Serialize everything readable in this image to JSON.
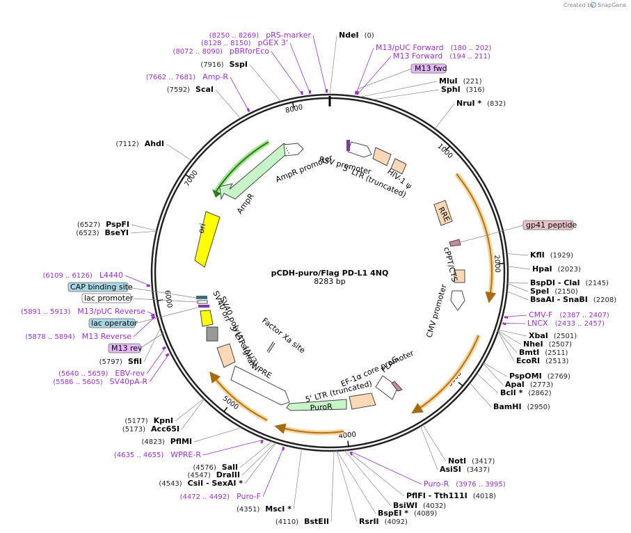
{
  "credit": {
    "text": "Created by",
    "brand": "SnapGene"
  },
  "plasmid": {
    "name": "pCDH-puro/Flag PD-L1 4NQ",
    "size": "8283 bp",
    "length": 8283
  },
  "ticks": [
    {
      "pos": 1000,
      "label": "1000"
    },
    {
      "pos": 2000,
      "label": "2000"
    },
    {
      "pos": 3000,
      "label": "3000"
    },
    {
      "pos": 4000,
      "label": "4000"
    },
    {
      "pos": 5000,
      "label": "5000"
    },
    {
      "pos": 6000,
      "label": "6000"
    },
    {
      "pos": 7000,
      "label": "7000"
    },
    {
      "pos": 8000,
      "label": "8000"
    }
  ],
  "sites": [
    {
      "name": "NdeI",
      "pos": "(0)",
      "bp": 0
    },
    {
      "name": "MluI",
      "pos": "(221)",
      "bp": 221
    },
    {
      "name": "SphI",
      "pos": "(316)",
      "bp": 316
    },
    {
      "name": "NruI *",
      "pos": "(832)",
      "bp": 832
    },
    {
      "name": "KflI",
      "pos": "(1929)",
      "bp": 1929
    },
    {
      "name": "HpaI",
      "pos": "(2023)",
      "bp": 2023
    },
    {
      "name": "BspDI - ClaI",
      "pos": "(2145)",
      "bp": 2145
    },
    {
      "name": "SpeI",
      "pos": "(2150)",
      "bp": 2150
    },
    {
      "name": "BsaAI - SnaBI",
      "pos": "(2208)",
      "bp": 2208
    },
    {
      "name": "XbaI",
      "pos": "(2501)",
      "bp": 2501
    },
    {
      "name": "NheI",
      "pos": "(2507)",
      "bp": 2507
    },
    {
      "name": "BmtI",
      "pos": "(2511)",
      "bp": 2511
    },
    {
      "name": "EcoRI",
      "pos": "(2513)",
      "bp": 2513
    },
    {
      "name": "PspOMI",
      "pos": "(2769)",
      "bp": 2769
    },
    {
      "name": "ApaI",
      "pos": "(2773)",
      "bp": 2773
    },
    {
      "name": "BclI *",
      "pos": "(2862)",
      "bp": 2862
    },
    {
      "name": "BamHI",
      "pos": "(2950)",
      "bp": 2950
    },
    {
      "name": "NotI",
      "pos": "(3417)",
      "bp": 3417
    },
    {
      "name": "AsiSI",
      "pos": "(3437)",
      "bp": 3437
    },
    {
      "name": "PflFI - Tth111I",
      "pos": "(4018)",
      "bp": 4018
    },
    {
      "name": "BsiWI",
      "pos": "(4032)",
      "bp": 4032
    },
    {
      "name": "BspEI *",
      "pos": "(4089)",
      "bp": 4089
    },
    {
      "name": "RsrII",
      "pos": "(4092)",
      "bp": 4092
    },
    {
      "name": "BstEII",
      "pos": "(4110)",
      "bp": 4110
    },
    {
      "name": "MscI *",
      "pos": "(4351)",
      "bp": 4351
    },
    {
      "name": "CsiI - SexAI *",
      "pos": "(4543)",
      "bp": 4543
    },
    {
      "name": "DraIII",
      "pos": "(4547)",
      "bp": 4547
    },
    {
      "name": "SalI",
      "pos": "(4576)",
      "bp": 4576
    },
    {
      "name": "PflMI",
      "pos": "(4823)",
      "bp": 4823
    },
    {
      "name": "Acc65I",
      "pos": "(5173)",
      "bp": 5173
    },
    {
      "name": "KpnI",
      "pos": "(5177)",
      "bp": 5177
    },
    {
      "name": "SfiI",
      "pos": "(5797)",
      "bp": 5797
    },
    {
      "name": "BseYI",
      "pos": "(6523)",
      "bp": 6523
    },
    {
      "name": "PspFI",
      "pos": "(6527)",
      "bp": 6527
    },
    {
      "name": "AhdI",
      "pos": "(7112)",
      "bp": 7112
    },
    {
      "name": "ScaI",
      "pos": "(7592)",
      "bp": 7592
    },
    {
      "name": "SspI",
      "pos": "(7916)",
      "bp": 7916
    }
  ],
  "primers": [
    {
      "name": "M13/pUC Forward",
      "pos": "(180 .. 202)",
      "bp": 191
    },
    {
      "name": "M13 Forward",
      "pos": "(194 .. 211)",
      "bp": 202
    },
    {
      "name": "CMV-F",
      "pos": "(2387 .. 2407)",
      "bp": 2397
    },
    {
      "name": "LNCX",
      "pos": "(2433 .. 2457)",
      "bp": 2445
    },
    {
      "name": "Puro-R",
      "pos": "(3976 .. 3995)",
      "bp": 3985
    },
    {
      "name": "Puro-F",
      "pos": "(4472 .. 4492)",
      "bp": 4482
    },
    {
      "name": "WPRE-R",
      "pos": "(4635 .. 4655)",
      "bp": 4645
    },
    {
      "name": "SV40pA-R",
      "pos": "(5586 .. 5605)",
      "bp": 5595
    },
    {
      "name": "EBV-rev",
      "pos": "(5640 .. 5659)",
      "bp": 5650
    },
    {
      "name": "M13 Reverse",
      "pos": "(5878 .. 5894)",
      "bp": 5886
    },
    {
      "name": "M13/pUC Reverse",
      "pos": "(5891 .. 5913)",
      "bp": 5902
    },
    {
      "name": "L4440",
      "pos": "(6109 .. 6126)",
      "bp": 6118
    },
    {
      "name": "Amp-R",
      "pos": "(7662 .. 7681)",
      "bp": 7672
    },
    {
      "name": "pBRforEco",
      "pos": "(8072 .. 8090)",
      "bp": 8081
    },
    {
      "name": "pGEX 3'",
      "pos": "(8128 .. 8150)",
      "bp": 8139
    },
    {
      "name": "pRS-marker",
      "pos": "(8250 .. 8269)",
      "bp": 8260
    }
  ],
  "boxed_features": [
    {
      "name": "M13 fwd",
      "color": "#e3b8f5"
    },
    {
      "name": "gp41 peptide",
      "color": "#e8c2c8"
    },
    {
      "name": "CAP binding site",
      "color": "#a9d6e5"
    },
    {
      "name": "lac promoter",
      "color": "#ffffff"
    },
    {
      "name": "lac operator",
      "color": "#a9d6e5"
    },
    {
      "name": "M13 rev",
      "color": "#e3b8f5"
    }
  ],
  "feature_labels": {
    "rsv": "RSV promoter",
    "ltr5": "5' LTR (truncated)",
    "hiv": "HIV-1 ψ",
    "rre": "RRE",
    "cppt": "cPPT/CTS",
    "cmv": "CMV promoter",
    "ef1a": "EF-1α core promoter",
    "flag": "FLAG",
    "ltr5b": "5' LTR (truncated)",
    "puro": "PuroR",
    "wpre": "WPRE",
    "ltr3": "3' LTR (ΔU3)",
    "sv40pa": "SV40 poly(A) signal",
    "sv40ori": "SV40 ori",
    "factorxa": "Factor Xa site",
    "ori": "ori",
    "ampr": "AmpR",
    "ampprom": "AmpR promoter"
  },
  "colors": {
    "backbone": "#222222",
    "orange_arc": "#f0b04a",
    "ampr_green": "#c8f5c8",
    "ori_yellow": "#ffff00",
    "peach": "#fbd9b6",
    "primer_purple": "#9b30d0"
  }
}
